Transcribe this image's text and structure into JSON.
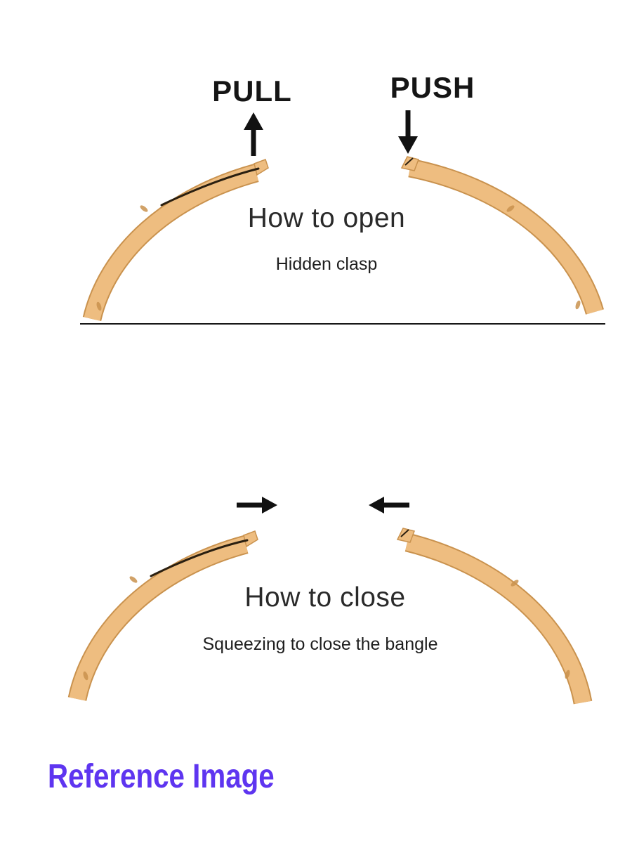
{
  "open_section": {
    "pull_label": "PULL",
    "push_label": "PUSH",
    "title": "How to open",
    "subtitle": "Hidden clasp"
  },
  "close_section": {
    "title": "How to close",
    "subtitle": "Squeezing to close the bangle"
  },
  "footer": {
    "caption": "Reference Image"
  },
  "icons": {
    "pull_arrow": "↑",
    "push_arrow": "↓",
    "squeeze_right_arrow": "→",
    "squeeze_left_arrow": "←"
  },
  "colors": {
    "background": "#ffffff",
    "bangle_gold": "#eebd80",
    "bangle_gold_edge": "#c9924e",
    "clasp_line": "#2a1f10",
    "arrow": "#111111",
    "divider": "#181818",
    "caption_purple": "#5e35f0"
  }
}
